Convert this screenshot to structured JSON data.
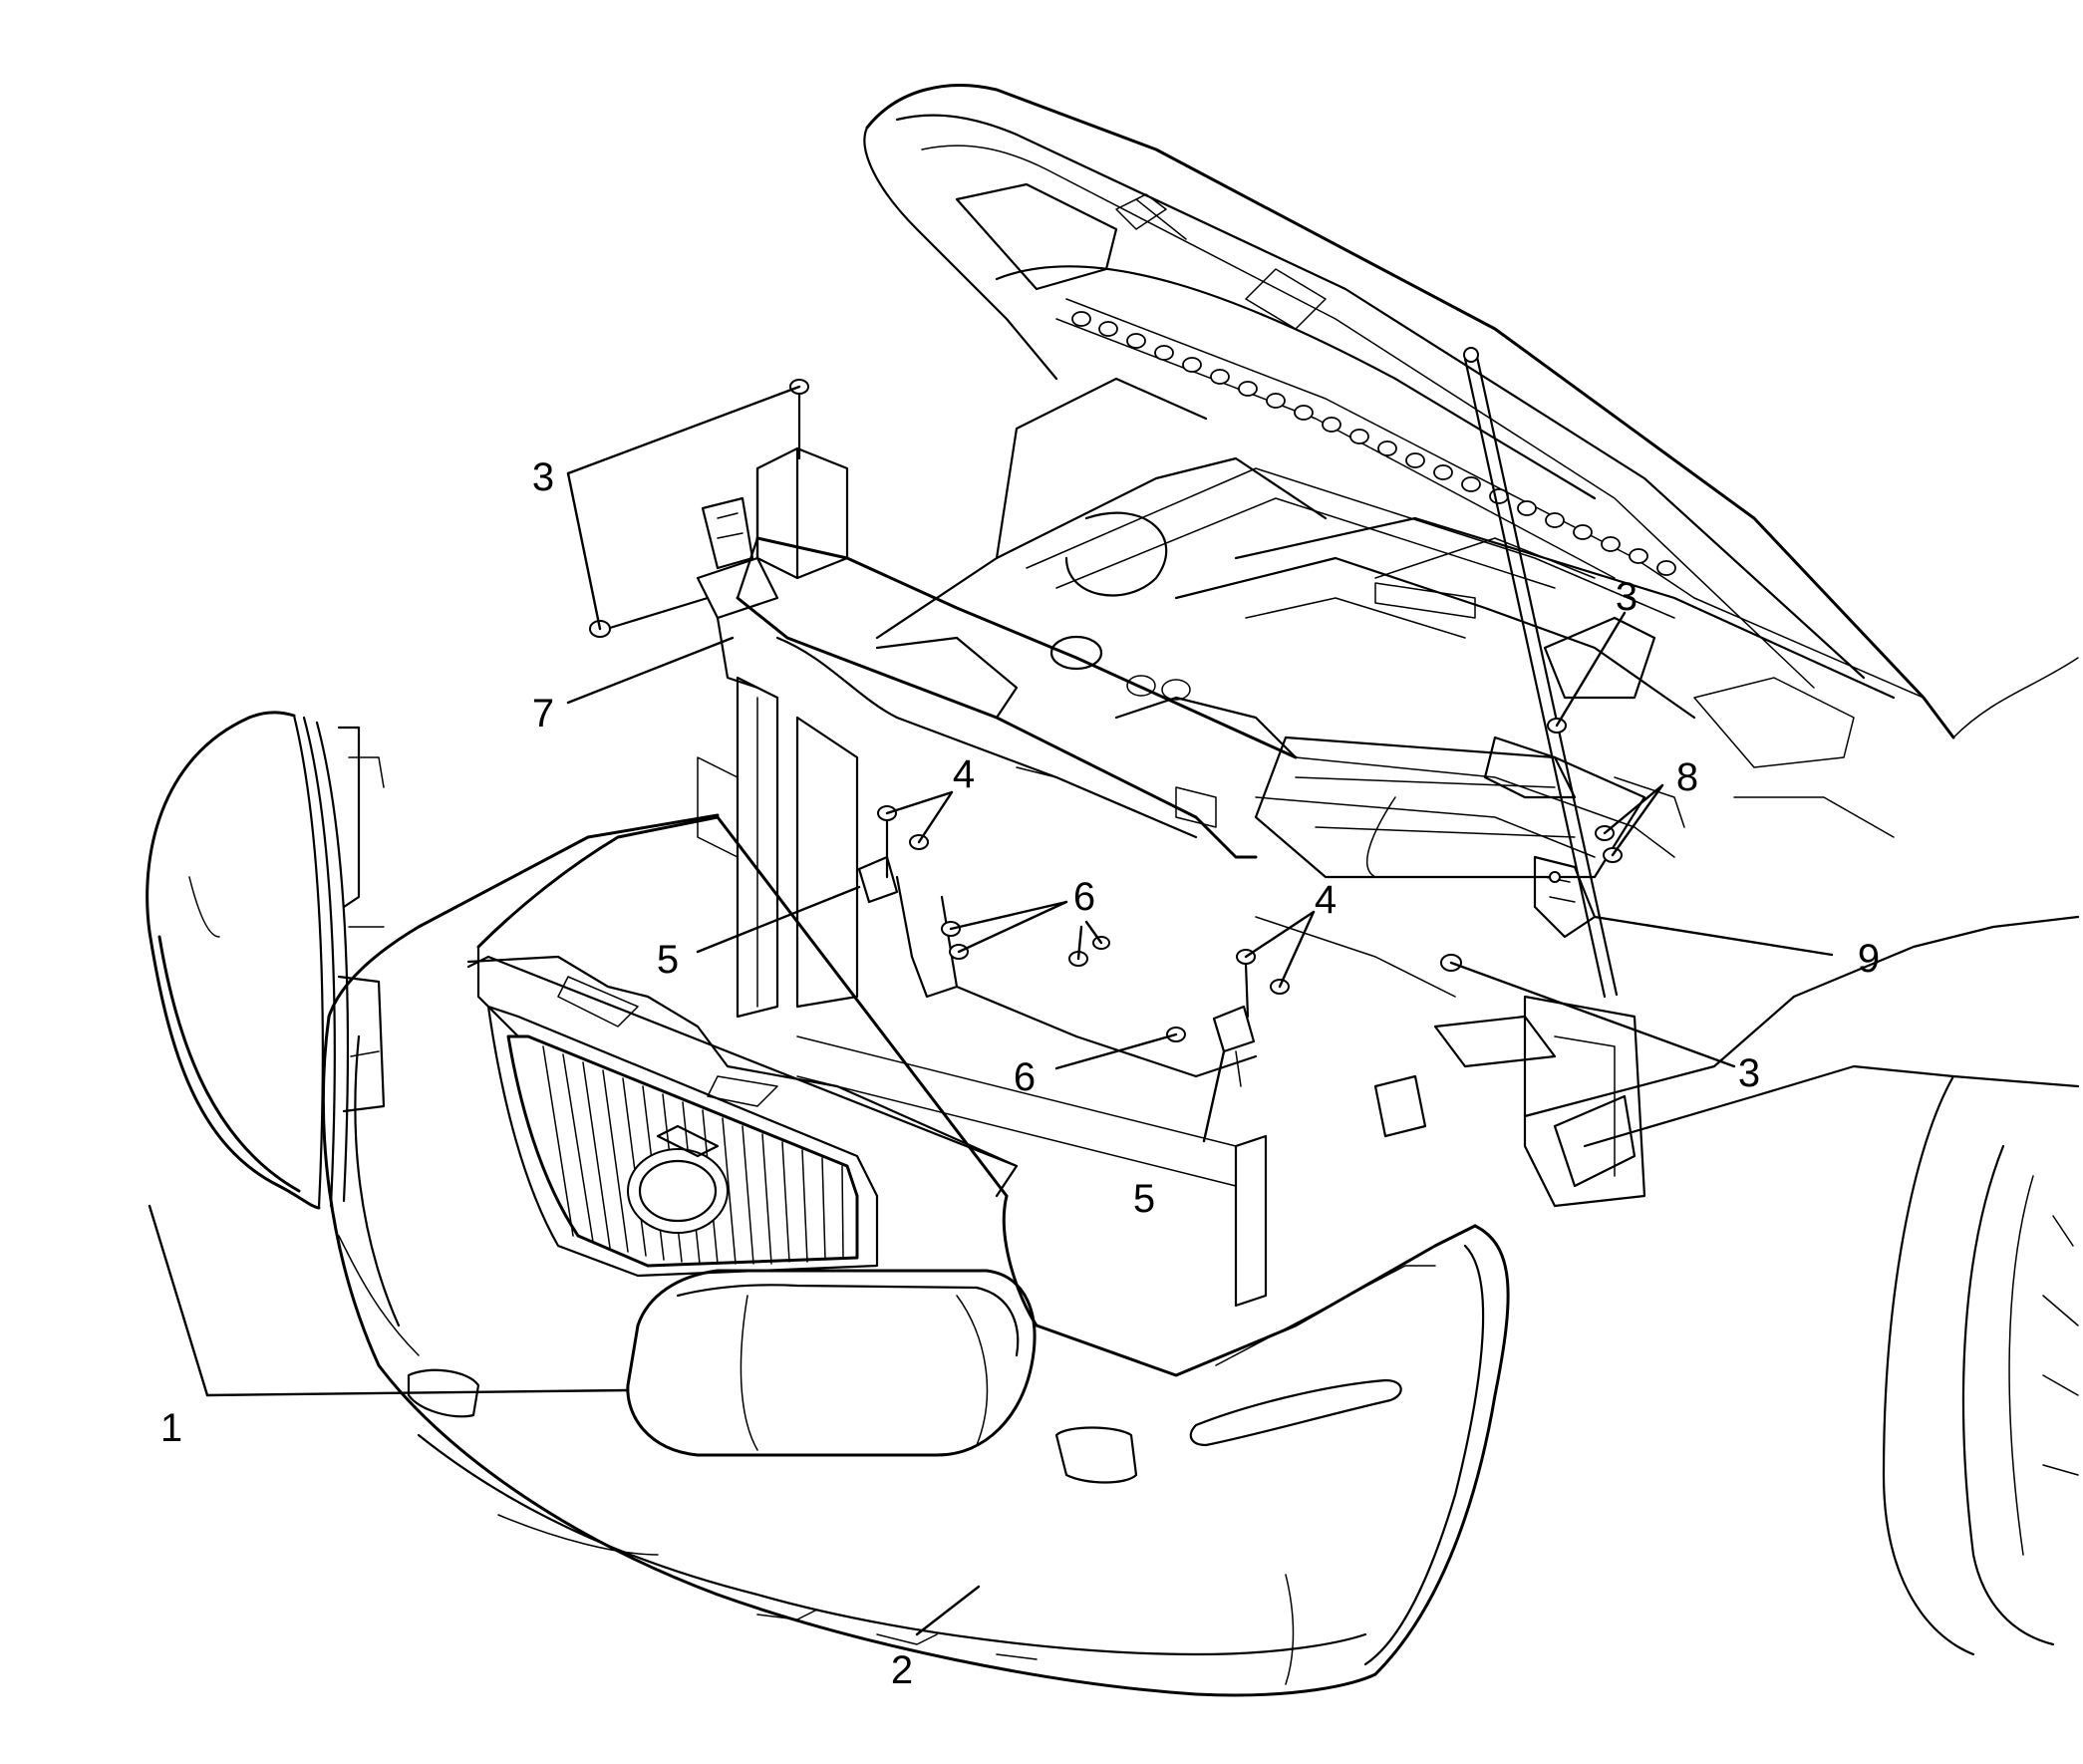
{
  "callouts": [
    {
      "id": "c1",
      "text": "1"
    },
    {
      "id": "c2",
      "text": "2"
    },
    {
      "id": "c3a",
      "text": "3"
    },
    {
      "id": "c3b",
      "text": "3"
    },
    {
      "id": "c3c",
      "text": "3"
    },
    {
      "id": "c4a",
      "text": "4"
    },
    {
      "id": "c4b",
      "text": "4"
    },
    {
      "id": "c5a",
      "text": "5"
    },
    {
      "id": "c5b",
      "text": "5"
    },
    {
      "id": "c6a",
      "text": "6"
    },
    {
      "id": "c6b",
      "text": "6"
    },
    {
      "id": "c7",
      "text": "7"
    },
    {
      "id": "c8",
      "text": "8"
    },
    {
      "id": "c9",
      "text": "9"
    }
  ]
}
